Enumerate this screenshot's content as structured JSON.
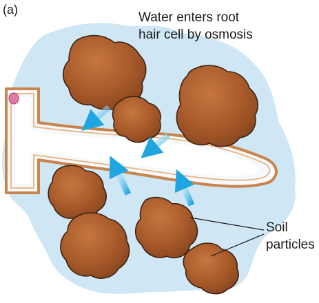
{
  "figure": {
    "panel_label": "(a)",
    "caption_line1": "Water enters root",
    "caption_line2": "hair cell by osmosis",
    "soil_label_line1": "Soil",
    "soil_label_line2": "particles"
  },
  "colors": {
    "water_halo": "#cfe6f5",
    "soil_particle": "#a85a2a",
    "soil_outline": "#3d2312",
    "cell_wall": "#c8844a",
    "cytoplasm": "#f6faff",
    "nucleus": "#e07aa8",
    "arrow": "#1fa6e0"
  },
  "icons": {
    "osmosis_arrow": "blue-arrow-icon",
    "nucleus": "nucleus-dot"
  }
}
